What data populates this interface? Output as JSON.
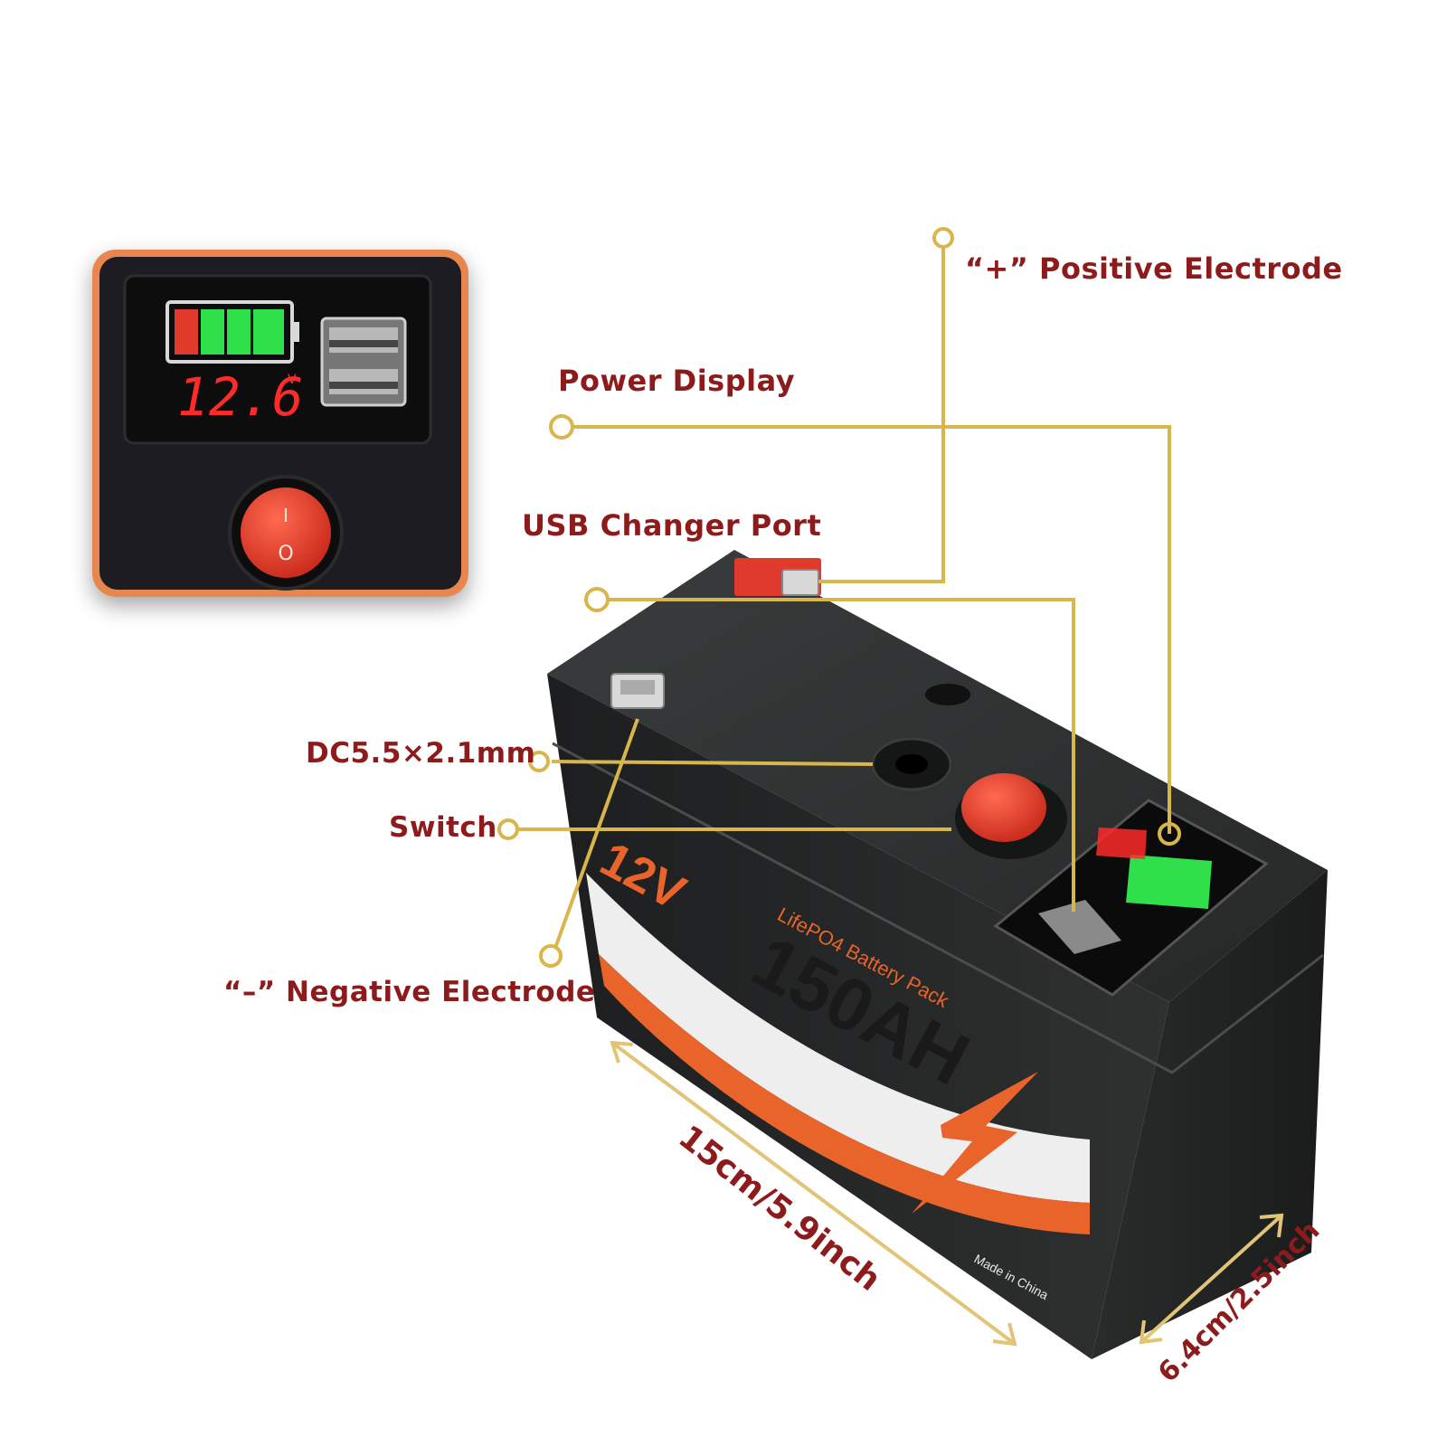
{
  "labels": {
    "positive_electrode": "“+” Positive Electrode",
    "power_display": "Power Display",
    "usb_port": "USB Changer Port",
    "dc_jack": "DC5.5×2.1mm",
    "switch": "Switch",
    "negative_electrode": "“–” Negative Electrode"
  },
  "dimensions": {
    "length": "15cm/5.9inch",
    "width": "6.4cm/2.5inch"
  },
  "battery_label": {
    "voltage": "12V",
    "chemistry": "LifePO4 Battery Pack",
    "capacity": "150AH",
    "origin": "Made in China"
  },
  "inset_display": {
    "voltage_reading": "12.6",
    "voltage_unit": "V",
    "switch_on": "I",
    "switch_off": "O"
  },
  "colors": {
    "label_text": "#8e1b1b",
    "leader_line": "#d8b64c",
    "battery_body": "#2b2d2d",
    "accent_orange": "#e8642a",
    "display_red": "#ff2a2a",
    "display_green": "#2fe04a"
  }
}
